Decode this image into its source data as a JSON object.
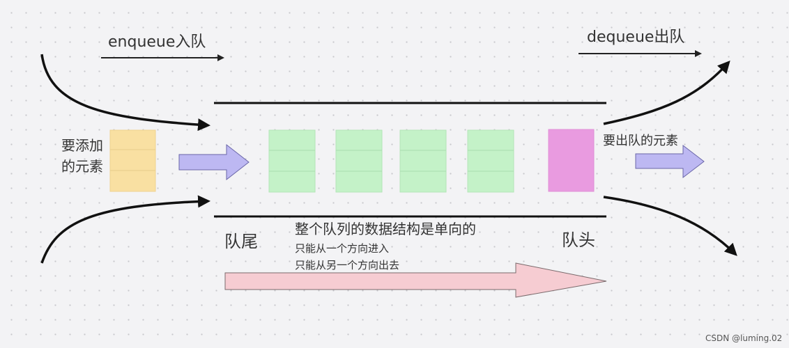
{
  "labels": {
    "enqueue": "enqueue入队",
    "dequeue": "dequeue出队",
    "add_element_line1": "要添加",
    "add_element_line2": "的元素",
    "dequeue_element": "要出队的元素",
    "queue_tail": "队尾",
    "queue_head": "队头",
    "note_title": "整个队列的数据结构是单向的",
    "note_line1": "只能从一个方向进入",
    "note_line2": "只能从另一个方向出去",
    "watermark": "CSDN @luming.02"
  },
  "colors": {
    "new_element": "#f9e0a2",
    "queue_element": "#c4f2c8",
    "head_element": "#e99be0",
    "block_arrow": "#bdb8f2",
    "direction_arrow": "#f6ccd2"
  }
}
